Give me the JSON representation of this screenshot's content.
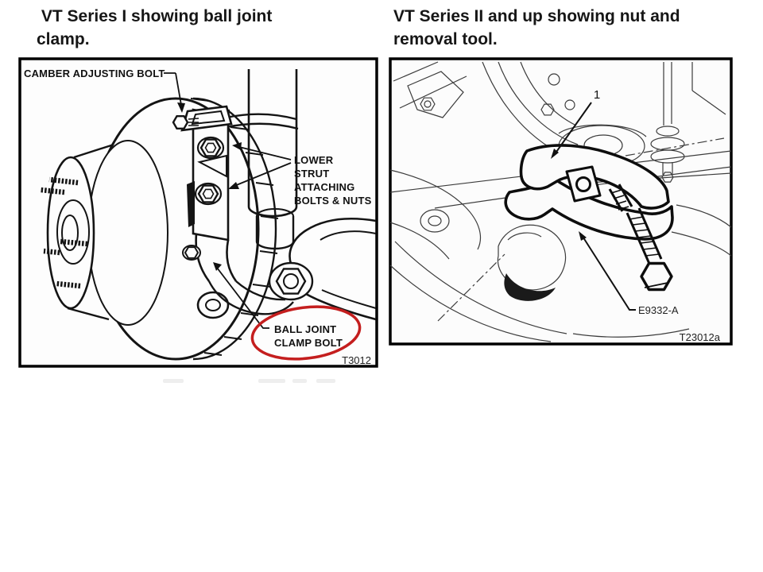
{
  "captions": {
    "left_line1": " VT Series I showing ball joint",
    "left_line2": "clamp.",
    "right_line1": "VT Series II and up showing nut and",
    "right_line2": "removal tool."
  },
  "left_figure": {
    "label_camber": "CAMBER ADJUSTING BOLT",
    "label_lower_strut_l1": "LOWER",
    "label_lower_strut_l2": "STRUT",
    "label_lower_strut_l3": "ATTACHING",
    "label_lower_strut_l4": "BOLTS & NUTS",
    "label_ball_joint_l1": "BALL JOINT",
    "label_ball_joint_l2": "CLAMP BOLT",
    "figure_ref": "T3012",
    "highlight_color": "#c41e1e"
  },
  "right_figure": {
    "callout_number": "1",
    "label_tool_code": "E9332-A",
    "figure_ref": "T23012a"
  }
}
